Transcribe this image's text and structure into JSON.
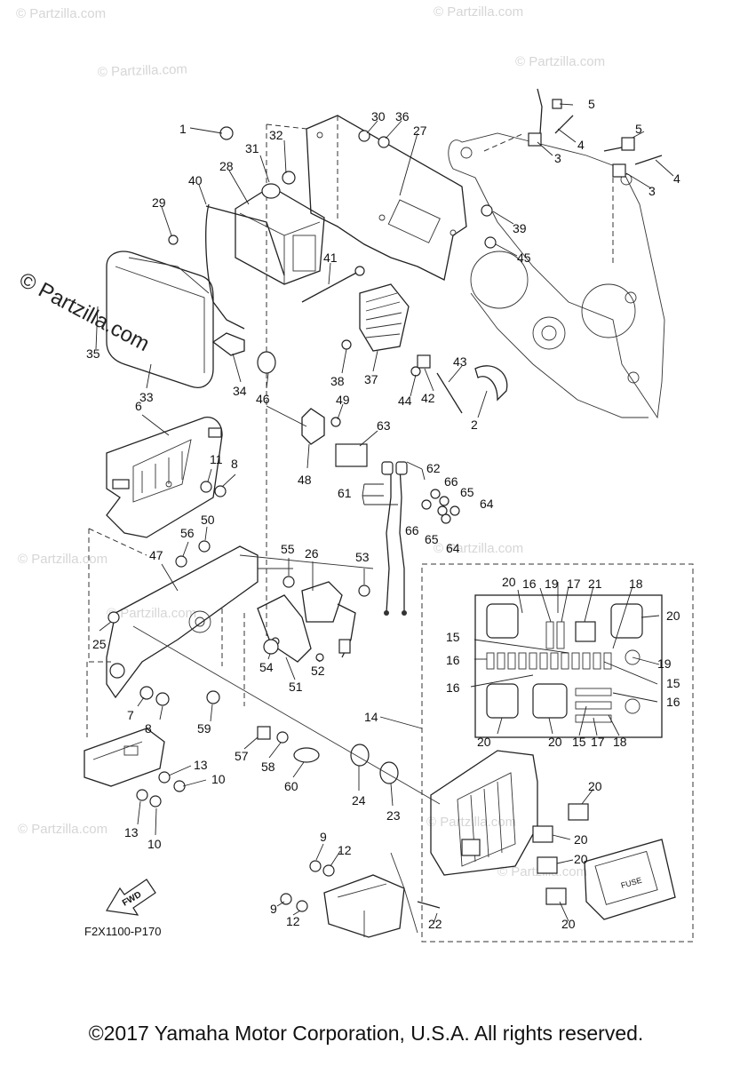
{
  "watermark": "© Partzilla.com",
  "watermark_side": "© Partzilla.com",
  "figure_code": "F2X1100-P170",
  "fwd_label": "FWD",
  "fuse_label": "FUSE",
  "copyright": "©2017  Yamaha Motor Corporation, U.S.A. All rights reserved.",
  "callouts": [
    "1",
    "2",
    "3",
    "3",
    "4",
    "4",
    "5",
    "5",
    "6",
    "7",
    "8",
    "8",
    "9",
    "9",
    "10",
    "10",
    "11",
    "12",
    "12",
    "13",
    "13",
    "14",
    "15",
    "15",
    "15",
    "16",
    "16",
    "16",
    "16",
    "17",
    "17",
    "18",
    "18",
    "19",
    "19",
    "20",
    "20",
    "20",
    "20",
    "20",
    "20",
    "20",
    "20",
    "21",
    "22",
    "23",
    "24",
    "25",
    "26",
    "27",
    "28",
    "29",
    "30",
    "31",
    "32",
    "33",
    "34",
    "35",
    "36",
    "37",
    "38",
    "39",
    "40",
    "41",
    "42",
    "43",
    "44",
    "45",
    "46",
    "47",
    "48",
    "49",
    "50",
    "51",
    "52",
    "53",
    "54",
    "55",
    "56",
    "57",
    "58",
    "59",
    "60",
    "61",
    "62",
    "63",
    "64",
    "64",
    "65",
    "65",
    "66",
    "66"
  ]
}
